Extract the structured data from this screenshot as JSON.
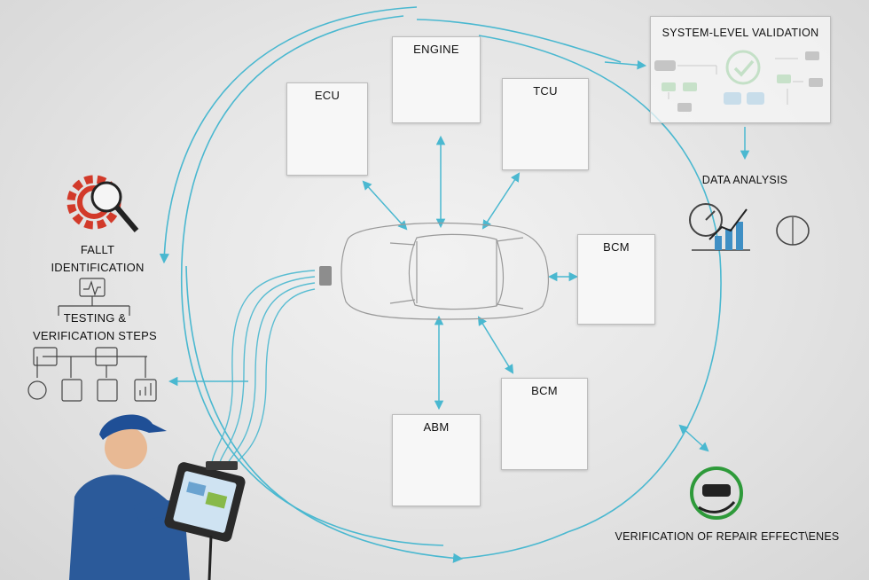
{
  "components": {
    "engine": "ENGINE",
    "ecu": "ECU",
    "tcu": "TCU",
    "bcm_right": "BCM",
    "bcm_lower": "BCM",
    "abm": "ABM"
  },
  "validation": {
    "title": "SYSTEM-LEVEL VALIDATION"
  },
  "analysis": {
    "title": "DATA ANALYSIS"
  },
  "fault": {
    "line1": "FALLT",
    "line2": "IDENTIFICATION"
  },
  "testing": {
    "line1": "TESTING &",
    "line2": "VERIFICATION STEPS"
  },
  "repair": {
    "title": "VERIFICATION OF REPAIR EFFECT\\ENES"
  },
  "colors": {
    "flow": "#4ab8d0",
    "gear": "#d23a2a",
    "check": "#2e9a3a",
    "chart": "#3f8fc4"
  }
}
